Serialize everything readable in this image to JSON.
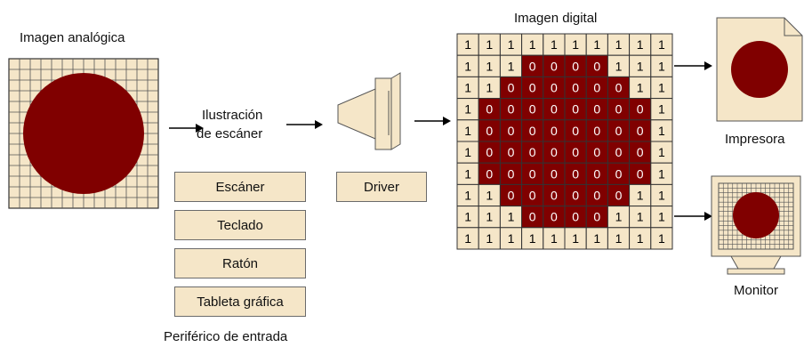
{
  "labels": {
    "analog": "Imagen analógica",
    "scanner_illustration": [
      "Ilustración",
      "de escáner"
    ],
    "digital": "Imagen digital",
    "printer": "Impresora",
    "monitor": "Monitor",
    "input_peripheral": "Periférico de entrada",
    "driver": "Driver"
  },
  "peripherals": [
    "Escáner",
    "Teclado",
    "Ratón",
    "Tableta gráfica"
  ],
  "digital_grid": [
    "1111111111",
    "1110000111",
    "1100000011",
    "1000000001",
    "1000000001",
    "1000000001",
    "1000000001",
    "1100000011",
    "1110000111",
    "1111111111"
  ],
  "colors": {
    "dark_red": "#800000",
    "beige": "#f5e6c8",
    "grid_line": "#333333"
  }
}
